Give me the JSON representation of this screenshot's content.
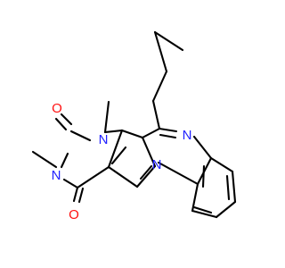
{
  "colors": {
    "background": "#ffffff",
    "bond": "#000000",
    "nitrogen": "#2020ff",
    "oxygen": "#ff1010",
    "carbon_label": "#000000"
  },
  "atoms": {
    "n_pyrimidine_1": {
      "symbol": "N",
      "color": "nitrogen"
    },
    "n_pyrimidine_3": {
      "symbol": "N",
      "color": "nitrogen"
    },
    "n_quinoxaline": {
      "symbol": "N",
      "color": "nitrogen"
    },
    "n_pyrrole": {
      "symbol": "N",
      "color": "nitrogen"
    },
    "o_upper": {
      "symbol": "O",
      "color": "oxygen"
    },
    "o_lower": {
      "symbol": "O",
      "color": "oxygen"
    }
  },
  "substituents": {
    "butyl": "butyl chain",
    "methyl_1": "methyl",
    "methyl_3": "methyl"
  }
}
